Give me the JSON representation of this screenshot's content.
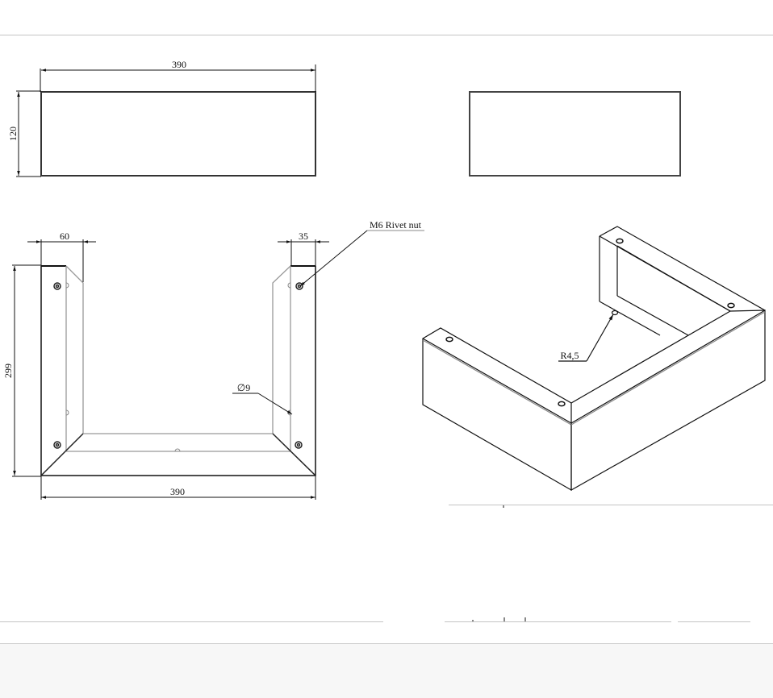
{
  "drawing": {
    "front_view": {
      "width_dim": "390",
      "height_dim": "120"
    },
    "top_view": {
      "left_flange_dim": "60",
      "right_flange_dim": "35",
      "depth_dim": "299",
      "width_dim": "390",
      "hole_dim": "∅9",
      "callout": "M6 Rivet nut"
    },
    "iso_view": {
      "radius_callout": "R4,5"
    }
  },
  "colors": {
    "line": "#111111",
    "hidden": "#9a9a9a",
    "rule": "#c4c4c4",
    "footer": "#f7f7f7"
  }
}
